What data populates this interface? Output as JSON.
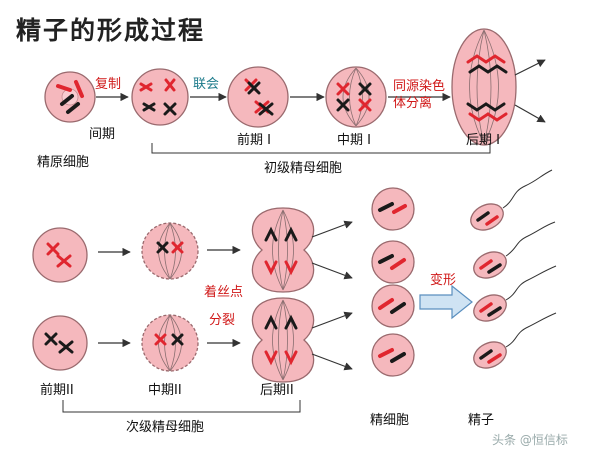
{
  "title": "精子的形成过程",
  "labels": {
    "interphase": "间期",
    "spermatogonium": "精原细胞",
    "prophase_1": "前期 I",
    "metaphase_1": "中期 I",
    "anaphase_1": "后期 I",
    "primary_spermatocyte": "初级精母细胞",
    "prophase_2": "前期II",
    "metaphase_2": "中期II",
    "anaphase_2": "后期II",
    "secondary_spermatocyte": "次级精母细胞",
    "spermatid": "精细胞",
    "sperm": "精子"
  },
  "arrow_labels": {
    "replication": "复制",
    "synapsis": "联会",
    "homolog_separation_1": "同源染色",
    "homolog_separation_2": "体分离",
    "centromere_1": "着丝点",
    "centromere_2": "分裂",
    "transformation": "变形"
  },
  "watermark": "头条 @恒信标",
  "colors": {
    "cell_fill": "#f5b8bd",
    "cell_stroke": "#9a6a6e",
    "chrom_red": "#e0262f",
    "chrom_black": "#1a1a1a",
    "accent_red": "#d01818",
    "accent_teal": "#1b7a8a",
    "arrow_fill": "#cfe3f3",
    "arrow_stroke": "#5a8fbf"
  }
}
